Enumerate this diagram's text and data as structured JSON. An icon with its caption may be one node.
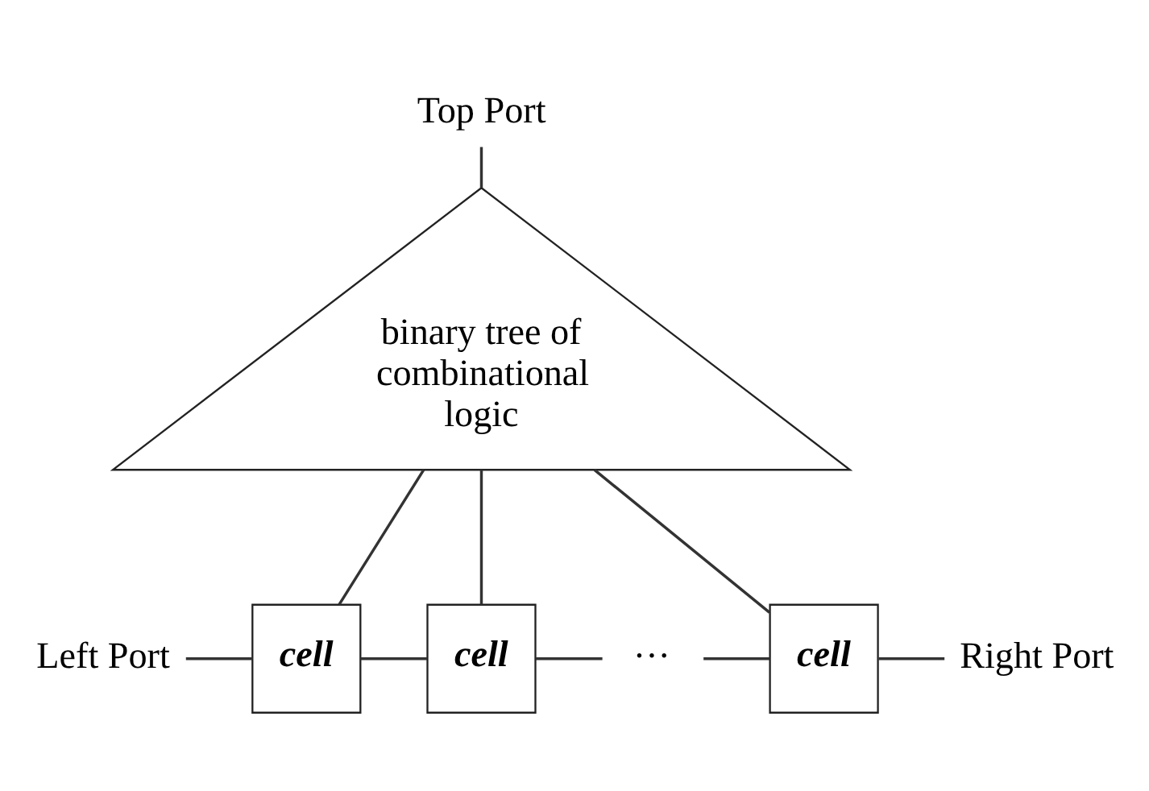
{
  "diagram": {
    "nodes": [
      {
        "text": [
          "Top Port"
        ]
      },
      {
        "text": [
          "binary tree of combinational logic"
        ]
      },
      {
        "text": [
          "Left Port"
        ]
      },
      {
        "text": [
          "cell"
        ]
      },
      {
        "text": [
          "cell"
        ]
      },
      {
        "text": [
          "···"
        ]
      },
      {
        "text": [
          "cell"
        ]
      },
      {
        "text": [
          "Right Port"
        ]
      }
    ],
    "edges": [
      {
        "from": 0,
        "to": 1,
        "arrow": "none"
      },
      {
        "from": 1,
        "to": 3,
        "arrow": "none"
      },
      {
        "from": 1,
        "to": 4,
        "arrow": "none"
      },
      {
        "from": 1,
        "to": 6,
        "arrow": "none"
      },
      {
        "from": 2,
        "to": 3,
        "arrow": "none"
      },
      {
        "from": 3,
        "to": 4,
        "arrow": "none"
      },
      {
        "from": 4,
        "to": 5,
        "arrow": "none"
      },
      {
        "from": 5,
        "to": 6,
        "arrow": "none"
      },
      {
        "from": 6,
        "to": 7,
        "arrow": "none"
      }
    ]
  }
}
